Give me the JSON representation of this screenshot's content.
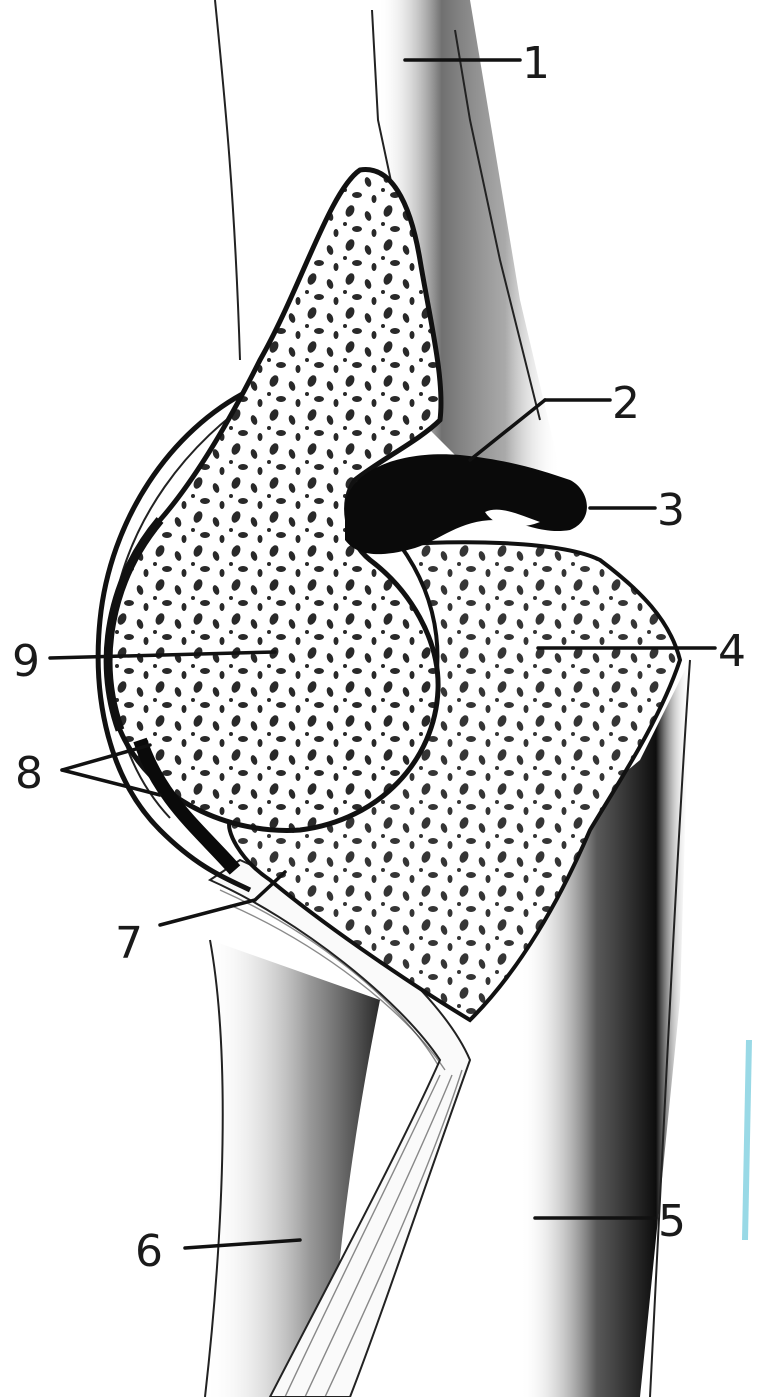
{
  "figure": {
    "labels": [
      {
        "id": "1",
        "text": "1"
      },
      {
        "id": "2",
        "text": "2"
      },
      {
        "id": "3",
        "text": "3"
      },
      {
        "id": "4",
        "text": "4"
      },
      {
        "id": "5",
        "text": "5"
      },
      {
        "id": "6",
        "text": "6"
      },
      {
        "id": "7",
        "text": "7"
      },
      {
        "id": "8",
        "text": "8"
      },
      {
        "id": "9",
        "text": "9"
      }
    ]
  },
  "colors": {
    "ink": "#111111",
    "paper": "#ffffff",
    "shade": "#3a3a3a",
    "edge_accent": "#7fd0e0"
  }
}
